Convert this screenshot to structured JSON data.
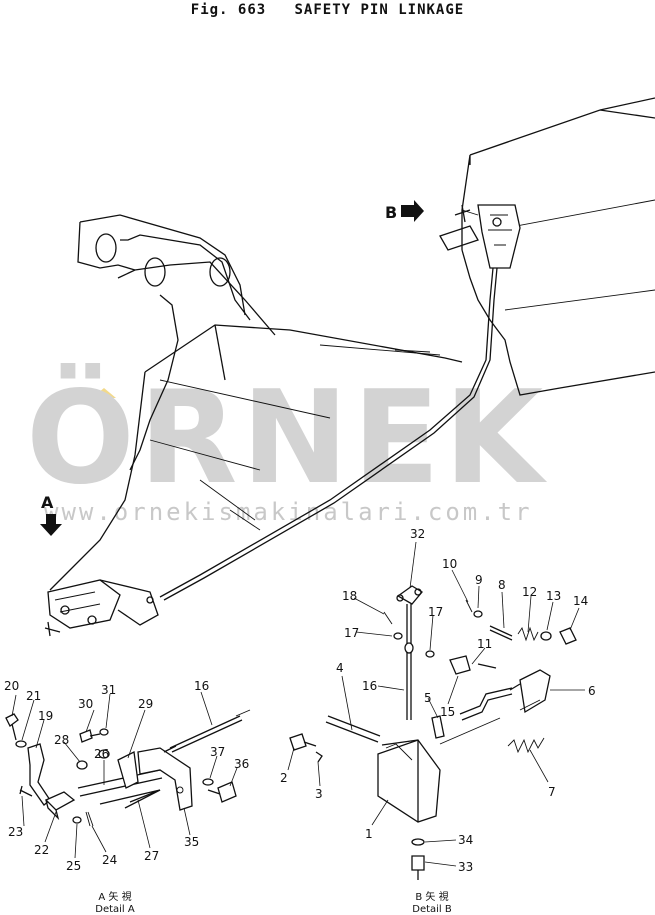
{
  "header": {
    "figure": "Fig. 663",
    "title": "SAFETY PIN LINKAGE"
  },
  "watermark": {
    "text": "ÖRNEK",
    "url": "www.ornekismakinalari.com.tr",
    "color": "#d3d3d3",
    "accent": "#f2d98a"
  },
  "view_arrows": {
    "a": "A",
    "b": "B"
  },
  "details": {
    "a": {
      "marks": "A 矢 視",
      "caption": "Detail A"
    },
    "b": {
      "marks": "B 矢 視",
      "caption": "Detail B"
    }
  },
  "parts": {
    "p1": "1",
    "p2": "2",
    "p3": "3",
    "p4": "4",
    "p5": "5",
    "p6": "6",
    "p7": "7",
    "p8": "8",
    "p9": "9",
    "p10": "10",
    "p11": "11",
    "p12": "12",
    "p13": "13",
    "p14": "14",
    "p15": "15",
    "p16a": "16",
    "p16b": "16",
    "p17a": "17",
    "p17b": "17",
    "p18": "18",
    "p19": "19",
    "p20": "20",
    "p21": "21",
    "p22": "22",
    "p23": "23",
    "p24": "24",
    "p25": "25",
    "p26": "26",
    "p27": "27",
    "p28": "28",
    "p29": "29",
    "p30": "30",
    "p31": "31",
    "p32": "32",
    "p33": "33",
    "p34": "34",
    "p35": "35",
    "p36": "36",
    "p37": "37"
  }
}
